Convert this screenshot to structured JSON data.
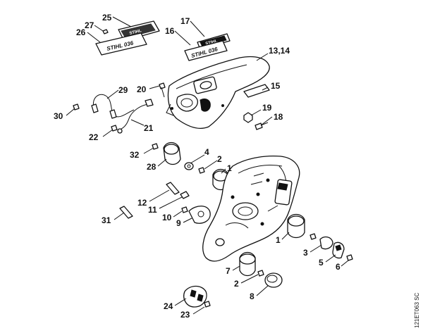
{
  "diagram": {
    "drawing_code": "121ET063 SC",
    "decal_texts": {
      "large_decal_top": "STIHL",
      "large_decal_bottom": "STIHL 036",
      "small_decal_top": "STIHL",
      "small_decal_bottom": "STIHL 036"
    },
    "callouts": [
      {
        "id": "c25",
        "text": "25"
      },
      {
        "id": "c27",
        "text": "27"
      },
      {
        "id": "c26",
        "text": "26"
      },
      {
        "id": "c17",
        "text": "17"
      },
      {
        "id": "c16",
        "text": "16"
      },
      {
        "id": "c1314",
        "text": "13,14"
      },
      {
        "id": "c29",
        "text": "29"
      },
      {
        "id": "c20",
        "text": "20"
      },
      {
        "id": "c15",
        "text": "15"
      },
      {
        "id": "c30",
        "text": "30"
      },
      {
        "id": "c19",
        "text": "19"
      },
      {
        "id": "c18",
        "text": "18"
      },
      {
        "id": "c22",
        "text": "22"
      },
      {
        "id": "c21",
        "text": "21"
      },
      {
        "id": "c32",
        "text": "32"
      },
      {
        "id": "c4",
        "text": "4"
      },
      {
        "id": "c2a",
        "text": "2"
      },
      {
        "id": "c28",
        "text": "28"
      },
      {
        "id": "c1a",
        "text": "1"
      },
      {
        "id": "c12",
        "text": "12"
      },
      {
        "id": "c11",
        "text": "11"
      },
      {
        "id": "c10",
        "text": "10"
      },
      {
        "id": "c9",
        "text": "9"
      },
      {
        "id": "c31",
        "text": "31"
      },
      {
        "id": "c1b",
        "text": "1"
      },
      {
        "id": "c3",
        "text": "3"
      },
      {
        "id": "c5",
        "text": "5"
      },
      {
        "id": "c6",
        "text": "6"
      },
      {
        "id": "c7",
        "text": "7"
      },
      {
        "id": "c2b",
        "text": "2"
      },
      {
        "id": "c8",
        "text": "8"
      },
      {
        "id": "c24",
        "text": "24"
      },
      {
        "id": "c23",
        "text": "23"
      }
    ]
  }
}
